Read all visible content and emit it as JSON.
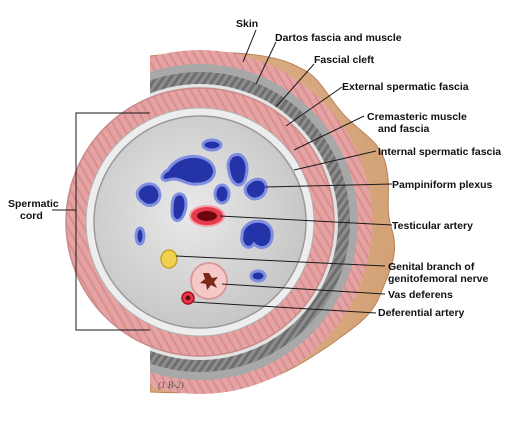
{
  "labels": {
    "skin": "Skin",
    "dartos": "Dartos fascia and muscle",
    "fascial_cleft": "Fascial cleft",
    "external_spermatic": "External spermatic fascia",
    "cremasteric_1": "Cremasteric muscle",
    "cremasteric_2": "and fascia",
    "internal_spermatic": "Internal spermatic fascia",
    "pampiniform": "Pampiniform plexus",
    "testicular_artery": "Testicular artery",
    "genital_branch_1": "Genital branch of",
    "genital_branch_2": "genitofemoral nerve",
    "vas_deferens": "Vas deferens",
    "deferential_artery": "Deferential artery",
    "spermatic_1": "Spermatic",
    "spermatic_2": "cord"
  },
  "signature": "(1 B-2)",
  "colors": {
    "skin": "#e0b187",
    "dartos": "#e8a3a2",
    "fascial_cleft": "#9b9b9b",
    "external_spermatic": "#7a7a7a",
    "cremasteric": "#e6a0a0",
    "cord_interior": "#d6d6d6",
    "vein": "#2433a8",
    "artery": "#c8102e",
    "nerve": "#f2d14e"
  }
}
